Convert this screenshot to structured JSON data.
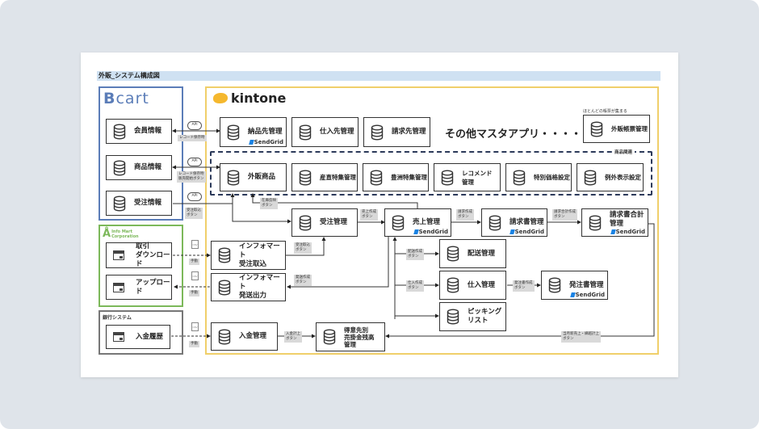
{
  "page": {
    "title": "外販_システム構成図"
  },
  "colors": {
    "bcart": "#5b7db8",
    "infomart": "#7cb85a",
    "bank": "#777777",
    "kintone": "#f0cf6a",
    "product_group": "#2c3a5a",
    "title_bar": "#cfe1f2",
    "sendgrid": "#1a82e2",
    "tag_bg": "#d9d9d9"
  },
  "groups": {
    "bcart": {
      "logo": "cart",
      "items": [
        "会員情報",
        "商品情報",
        "受注情報"
      ]
    },
    "infomart": {
      "logo_line1": "Info Mart",
      "logo_line2": "Corporation",
      "items": [
        "取引\nダウンロード",
        "アップロード"
      ]
    },
    "bank": {
      "label": "銀行システム",
      "items": [
        "入金履歴"
      ]
    },
    "kintone": {
      "logo": "kintone"
    }
  },
  "kintone": {
    "masters": [
      "納品先管理",
      "仕入先管理",
      "請求先管理"
    ],
    "other_masters": "その他マスタアプリ・・・・・",
    "forms_note": "ほとんどの帳票が集まる",
    "forms_app": "外販帳票管理",
    "product_group_label": "商品関連",
    "product_apps": [
      "外販商品",
      "産直特集管理",
      "豊洲特集管理",
      "レコメンド\n管理",
      "特別価格設定",
      "例外表示設定"
    ],
    "flow_apps": {
      "order": "受注管理",
      "sales": "売上管理",
      "invoice": "請求書管理",
      "invoice_total": "請求書合計\n管理",
      "infomart_in": "インフォマート\n受注取込",
      "infomart_out": "インフォマート\n発送出力",
      "delivery": "配送管理",
      "purchase": "仕入管理",
      "purchase_order": "発注書管理",
      "picking": "ピッキング\nリスト",
      "payment": "入金管理",
      "receivable": "得意先別\n売掛金残高\n管理"
    },
    "sendgrid_label": "SendGrid"
  },
  "tags": {
    "record_sync": "レコード保存時",
    "record_sync_product": "レコード保存時\n販売開始ボタン",
    "order_import_1": "受注取込\nボタン",
    "stock_update": "在庫反映\nボタン",
    "sales_create": "売上作成\nボタン",
    "invoice_create": "請求作成\nボタン",
    "invoice_total_create": "請求合計作成\nボタン",
    "order_import_2": "受注取込\nボタン",
    "ship_create": "発送作成\nボタン",
    "delivery_create": "配送作成\nボタン",
    "purchase_create": "仕入作成\nボタン",
    "po_create": "発注書作成\nボタン",
    "payment_post": "入金計上\nボタン",
    "prev_month": "当月新売上・繰越計上\nボタン",
    "manual": "手動",
    "api": "API",
    "csv": "CSV"
  }
}
